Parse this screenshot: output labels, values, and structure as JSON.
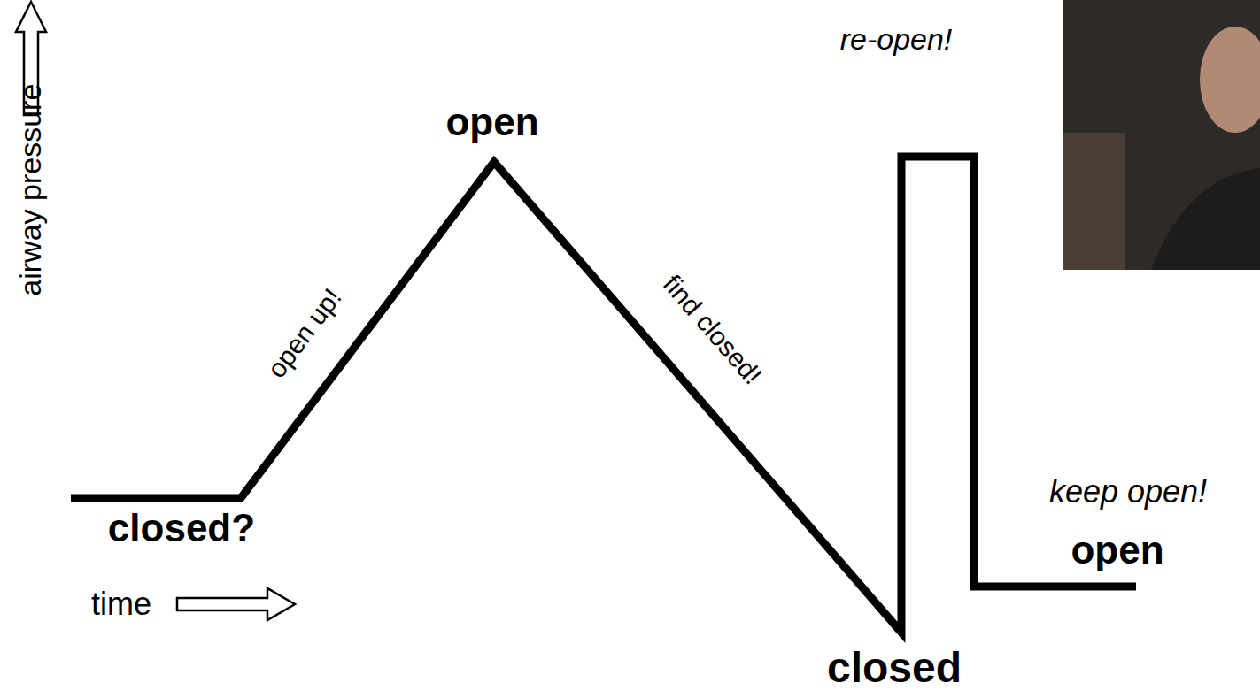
{
  "diagram": {
    "labels": [
      "airway pressure",
      "time",
      "closed?",
      "open up!",
      "open",
      "find closed!",
      "closed",
      "re-open!",
      "keep open!",
      "open"
    ]
  }
}
